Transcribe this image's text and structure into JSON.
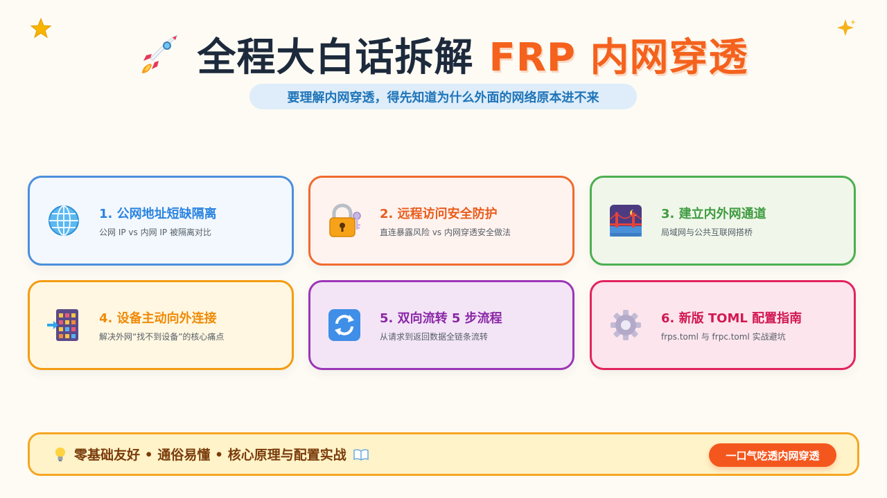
{
  "decorations": {
    "star_icon": "star-icon",
    "sparkle_icon": "sparkles-icon"
  },
  "header": {
    "title_main": "全程大白话拆解",
    "title_accent": "FRP 内网穿透",
    "subtitle": "要理解内网穿透，得先知道为什么外面的网络原本进不来",
    "icon": "rocket-icon"
  },
  "cards": [
    {
      "title": "1. 公网地址短缺隔离",
      "desc": "公网 IP vs 内网 IP 被隔离对比",
      "icon": "globe-icon"
    },
    {
      "title": "2. 远程访问安全防护",
      "desc": "直连暴露风险 vs 内网穿透安全做法",
      "icon": "lock-key-icon"
    },
    {
      "title": "3. 建立内外网通道",
      "desc": "局域网与公共互联网搭桥",
      "icon": "bridge-night-icon"
    },
    {
      "title": "4. 设备主动向外连接",
      "desc": "解决外网“找不到设备”的核心痛点",
      "icon": "device-outbound-icon"
    },
    {
      "title": "5. 双向流转 5 步流程",
      "desc": "从请求到返回数据全链条流转",
      "icon": "cycle-arrows-icon"
    },
    {
      "title": "6. 新版 TOML 配置指南",
      "desc": "frps.toml 与 frpc.toml 实战避坑",
      "icon": "gear-icon"
    }
  ],
  "banner": {
    "text": "零基础友好 • 通俗易懂 • 核心原理与配置实战",
    "button_label": "一口气吃透内网穿透",
    "bulb_icon": "lightbulb-icon",
    "book_icon": "open-book-icon"
  },
  "colors": {
    "title_dark": "#1d2a3c",
    "accent_orange": "#f4621d",
    "card_borders": [
      "#4b8fdc",
      "#f06a2e",
      "#4caf50",
      "#f39c12",
      "#9b36b7",
      "#e1245f"
    ]
  }
}
